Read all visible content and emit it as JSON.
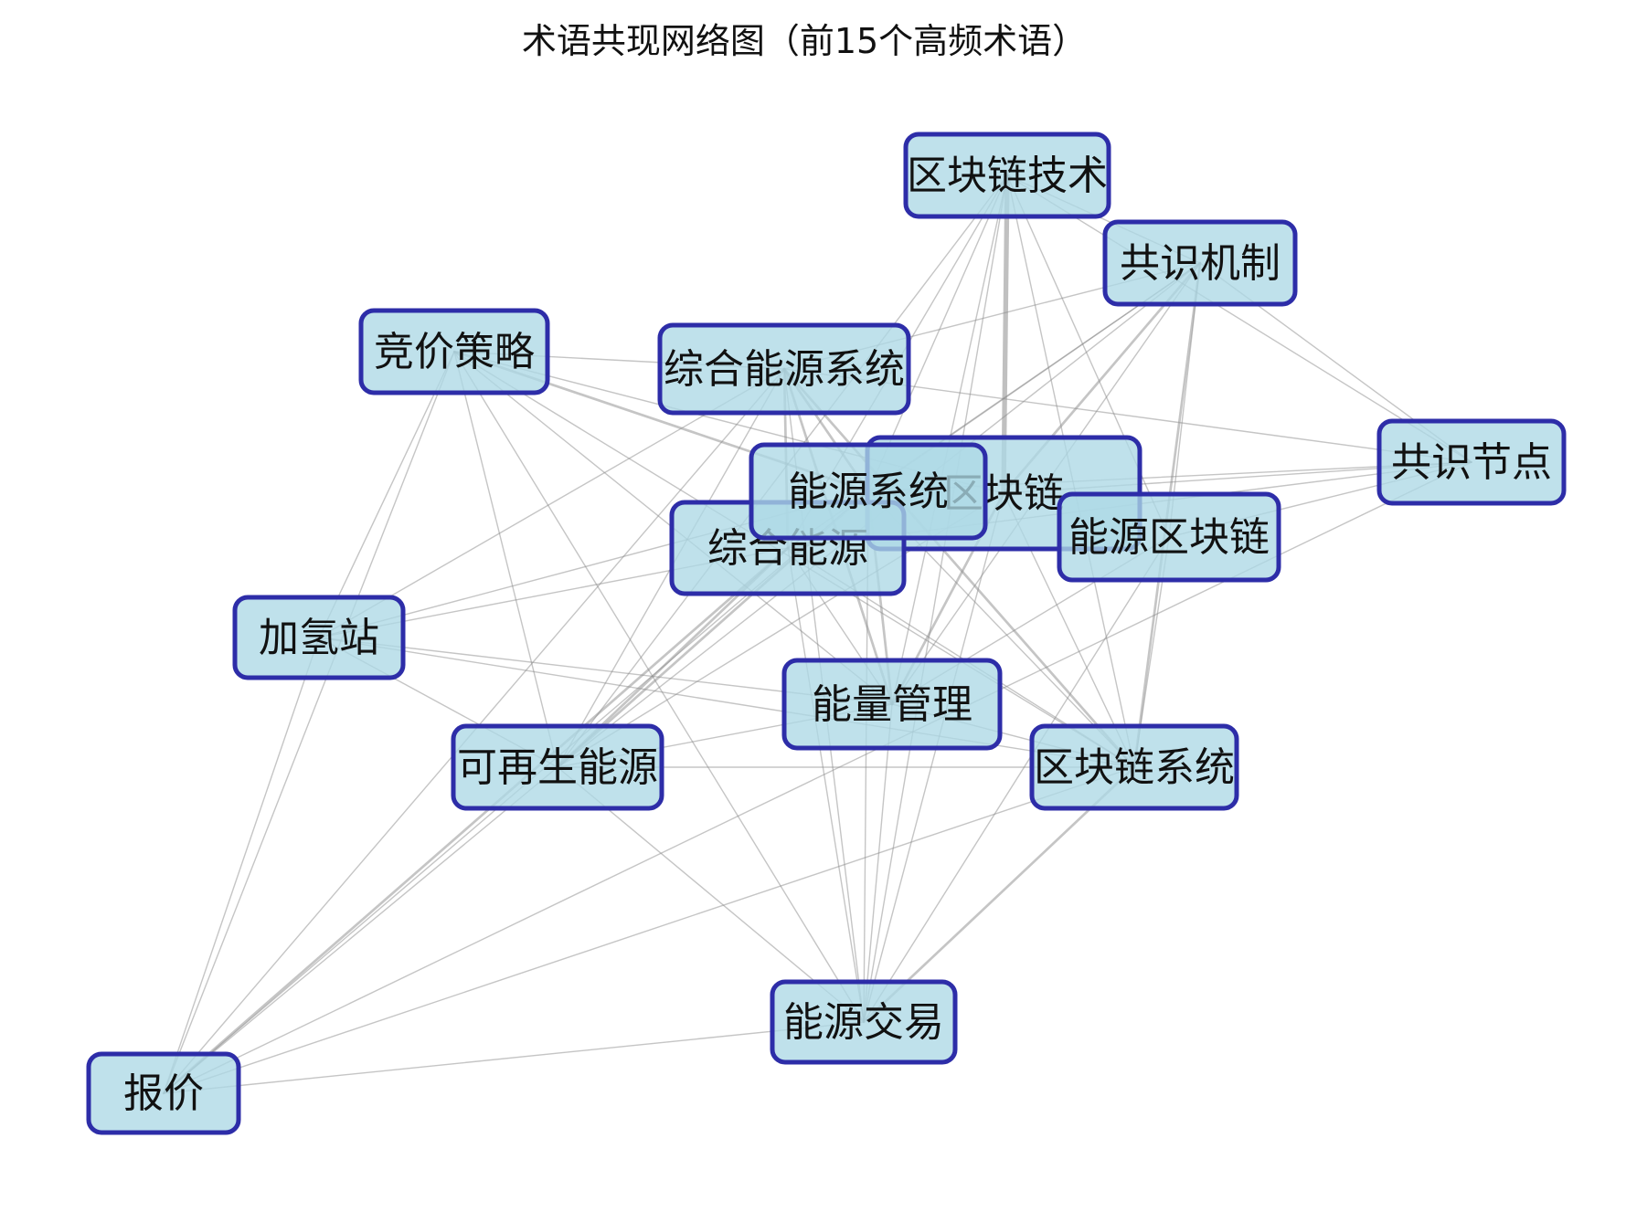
{
  "title": "术语共现网络图（前15个高频术语）",
  "colors": {
    "node_fill": "#add8e6",
    "node_border": "#2d2da8",
    "edge": "#8c8c8c",
    "text": "#111111",
    "background": "#ffffff"
  },
  "nodes": [
    {
      "id": "blockchain_tech",
      "label": "区块链技术"
    },
    {
      "id": "consensus_mech",
      "label": "共识机制"
    },
    {
      "id": "bidding",
      "label": "竞价策略"
    },
    {
      "id": "ies",
      "label": "综合能源系统"
    },
    {
      "id": "consensus_node",
      "label": "共识节点"
    },
    {
      "id": "blockchain",
      "label": "区块链"
    },
    {
      "id": "energy_system",
      "label": "能源系统"
    },
    {
      "id": "energy_blockchain",
      "label": "能源区块链"
    },
    {
      "id": "integrated_energy",
      "label": "综合能源"
    },
    {
      "id": "hydrogen",
      "label": "加氢站"
    },
    {
      "id": "energy_mgmt",
      "label": "能量管理"
    },
    {
      "id": "renewable",
      "label": "可再生能源"
    },
    {
      "id": "blockchain_system",
      "label": "区块链系统"
    },
    {
      "id": "energy_trading",
      "label": "能源交易"
    },
    {
      "id": "quote",
      "label": "报价"
    }
  ],
  "edges": [
    [
      "blockchain_tech",
      "consensus_mech",
      1
    ],
    [
      "blockchain_tech",
      "blockchain",
      4
    ],
    [
      "blockchain_tech",
      "energy_system",
      1
    ],
    [
      "blockchain_tech",
      "energy_blockchain",
      1
    ],
    [
      "blockchain_tech",
      "integrated_energy",
      1
    ],
    [
      "blockchain_tech",
      "energy_mgmt",
      1
    ],
    [
      "blockchain_tech",
      "blockchain_system",
      1
    ],
    [
      "blockchain_tech",
      "energy_trading",
      1
    ],
    [
      "blockchain_tech",
      "renewable",
      1
    ],
    [
      "blockchain_tech",
      "consensus_node",
      1
    ],
    [
      "consensus_mech",
      "blockchain",
      2
    ],
    [
      "consensus_mech",
      "energy_system",
      1
    ],
    [
      "consensus_mech",
      "energy_blockchain",
      1
    ],
    [
      "consensus_mech",
      "blockchain_system",
      2
    ],
    [
      "consensus_mech",
      "energy_mgmt",
      1
    ],
    [
      "consensus_mech",
      "integrated_energy",
      1
    ],
    [
      "consensus_mech",
      "consensus_node",
      1
    ],
    [
      "consensus_mech",
      "ies",
      1
    ],
    [
      "consensus_mech",
      "renewable",
      1
    ],
    [
      "bidding",
      "ies",
      1
    ],
    [
      "bidding",
      "energy_system",
      2
    ],
    [
      "bidding",
      "blockchain",
      1
    ],
    [
      "bidding",
      "energy_mgmt",
      1
    ],
    [
      "bidding",
      "renewable",
      1
    ],
    [
      "bidding",
      "hydrogen",
      1
    ],
    [
      "bidding",
      "quote",
      1
    ],
    [
      "bidding",
      "energy_trading",
      1
    ],
    [
      "bidding",
      "blockchain_system",
      1
    ],
    [
      "ies",
      "integrated_energy",
      2
    ],
    [
      "ies",
      "energy_system",
      2
    ],
    [
      "ies",
      "energy_mgmt",
      2
    ],
    [
      "ies",
      "renewable",
      1
    ],
    [
      "ies",
      "blockchain_system",
      2
    ],
    [
      "ies",
      "energy_trading",
      1
    ],
    [
      "ies",
      "hydrogen",
      1
    ],
    [
      "ies",
      "consensus_node",
      1
    ],
    [
      "ies",
      "quote",
      1
    ],
    [
      "consensus_node",
      "blockchain",
      1
    ],
    [
      "consensus_node",
      "energy_blockchain",
      1
    ],
    [
      "consensus_node",
      "energy_system",
      1
    ],
    [
      "consensus_node",
      "integrated_energy",
      1
    ],
    [
      "consensus_node",
      "quote",
      1
    ],
    [
      "blockchain",
      "energy_mgmt",
      2
    ],
    [
      "blockchain",
      "energy_trading",
      1
    ],
    [
      "blockchain",
      "renewable",
      1
    ],
    [
      "blockchain",
      "blockchain_system",
      1
    ],
    [
      "energy_system",
      "energy_mgmt",
      2
    ],
    [
      "energy_system",
      "renewable",
      2
    ],
    [
      "energy_system",
      "hydrogen",
      1
    ],
    [
      "energy_system",
      "quote",
      1
    ],
    [
      "energy_system",
      "energy_trading",
      1
    ],
    [
      "energy_system",
      "blockchain_system",
      1
    ],
    [
      "energy_blockchain",
      "energy_mgmt",
      1
    ],
    [
      "energy_blockchain",
      "blockchain_system",
      1
    ],
    [
      "energy_blockchain",
      "energy_trading",
      1
    ],
    [
      "integrated_energy",
      "hydrogen",
      1
    ],
    [
      "integrated_energy",
      "renewable",
      2
    ],
    [
      "integrated_energy",
      "energy_mgmt",
      1
    ],
    [
      "integrated_energy",
      "quote",
      2
    ],
    [
      "integrated_energy",
      "energy_trading",
      1
    ],
    [
      "integrated_energy",
      "blockchain_system",
      1
    ],
    [
      "hydrogen",
      "energy_mgmt",
      1
    ],
    [
      "hydrogen",
      "blockchain_system",
      1
    ],
    [
      "hydrogen",
      "quote",
      1
    ],
    [
      "hydrogen",
      "renewable",
      1
    ],
    [
      "energy_mgmt",
      "renewable",
      1
    ],
    [
      "energy_mgmt",
      "energy_trading",
      1
    ],
    [
      "energy_mgmt",
      "blockchain_system",
      1
    ],
    [
      "renewable",
      "blockchain_system",
      1
    ],
    [
      "renewable",
      "energy_trading",
      1
    ],
    [
      "renewable",
      "quote",
      1
    ],
    [
      "blockchain_system",
      "energy_trading",
      2
    ],
    [
      "blockchain_system",
      "quote",
      1
    ],
    [
      "energy_trading",
      "quote",
      1
    ]
  ]
}
